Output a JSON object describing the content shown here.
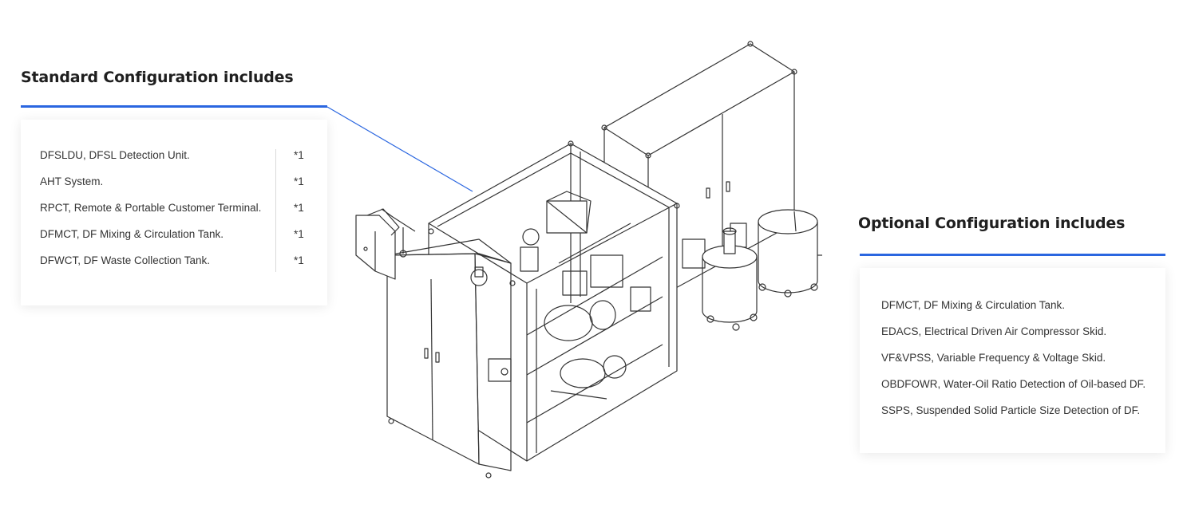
{
  "standard": {
    "title": "Standard Configuration includes",
    "items": [
      {
        "label": "DFSLDU, DFSL Detection Unit.",
        "qty": "*1"
      },
      {
        "label": "AHT System.",
        "qty": "*1"
      },
      {
        "label": "RPCT, Remote & Portable Customer Terminal.",
        "qty": "*1"
      },
      {
        "label": "DFMCT, DF Mixing & Circulation Tank.",
        "qty": "*1"
      },
      {
        "label": "DFWCT, DF Waste Collection Tank.",
        "qty": "*1"
      }
    ]
  },
  "optional": {
    "title": "Optional Configuration includes",
    "items": [
      "DFMCT, DF Mixing & Circulation Tank.",
      "EDACS, Electrical Driven Air Compressor Skid.",
      "VF&VPSS, Variable Frequency & Voltage Skid.",
      "OBDFOWR, Water-Oil Ratio Detection of Oil-based DF.",
      "SSPS, Suspended Solid Particle Size Detection of DF."
    ]
  },
  "colors": {
    "accent": "#2a66e0",
    "line_art": "#333333"
  }
}
